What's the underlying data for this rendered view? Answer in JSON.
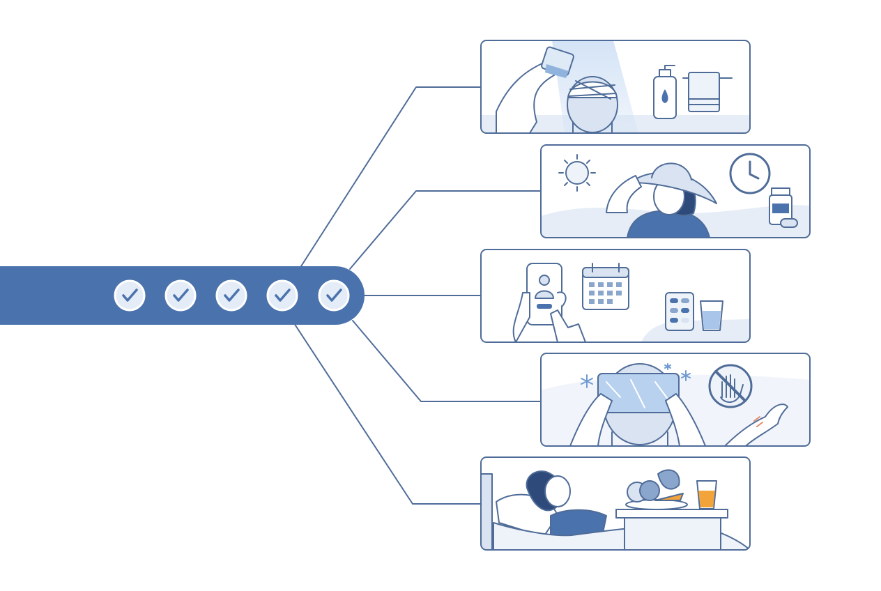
{
  "colors": {
    "primary": "#4a72ad",
    "stroke": "#4f6c98",
    "light": "#dde7f4",
    "pale": "#eef3fa",
    "skin": "#ffffff",
    "hair": "#2e4a7a",
    "accent_orange": "#f2a33a"
  },
  "steps": [
    {
      "id": "wash",
      "icon": "check-icon"
    },
    {
      "id": "sun-protection",
      "icon": "check-icon"
    },
    {
      "id": "follow-up",
      "icon": "check-icon"
    },
    {
      "id": "cold-compress",
      "icon": "check-icon"
    },
    {
      "id": "rest-nutrition",
      "icon": "check-icon"
    }
  ],
  "panels": [
    {
      "id": "gentle-wash",
      "icons": [
        "arm-pouring-water",
        "bandaged-head",
        "soap-bottle-icon",
        "towel-icon"
      ]
    },
    {
      "id": "sun-protection",
      "icons": [
        "sun-icon",
        "wide-brim-hat",
        "clock-icon",
        "medicine-bottle-icon"
      ]
    },
    {
      "id": "doctor-follow-up",
      "icons": [
        "phone-telemedicine-icon",
        "calendar-icon",
        "pill-blister-icon",
        "water-glass-icon"
      ]
    },
    {
      "id": "cold-compress",
      "icons": [
        "ice-pack",
        "snowflake-icon",
        "no-touch-icon",
        "itchy-arm"
      ]
    },
    {
      "id": "rest-nutrition",
      "icons": [
        "resting-patient",
        "fruit-vegetable-plate",
        "juice-glass-icon"
      ]
    }
  ]
}
